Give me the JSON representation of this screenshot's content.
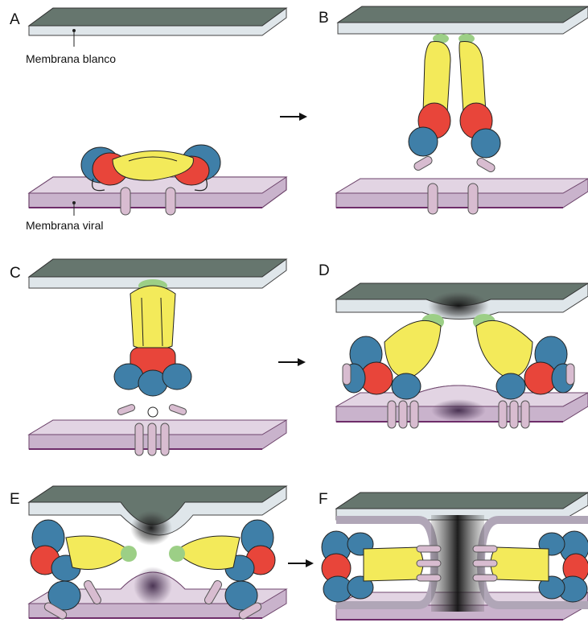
{
  "panels": {
    "a": {
      "letter": "A"
    },
    "b": {
      "letter": "B"
    },
    "c": {
      "letter": "C"
    },
    "d": {
      "letter": "D"
    },
    "e": {
      "letter": "E"
    },
    "f": {
      "letter": "F"
    }
  },
  "labels": {
    "target_membrane": "Membrana blanco",
    "viral_membrane": "Membrana viral"
  },
  "colors": {
    "target_membrane_top": "#5e6e66",
    "target_membrane_bottom": "#d9e0e4",
    "viral_membrane": "#c9b3cc",
    "viral_membrane_edge": "#7a4a78",
    "domain_yellow": "#f3ea5a",
    "domain_red": "#e8453a",
    "domain_blue": "#3f7fa8",
    "fusion_peptide_green": "#9ccf86",
    "anchor_pink": "#d8bcd0"
  }
}
